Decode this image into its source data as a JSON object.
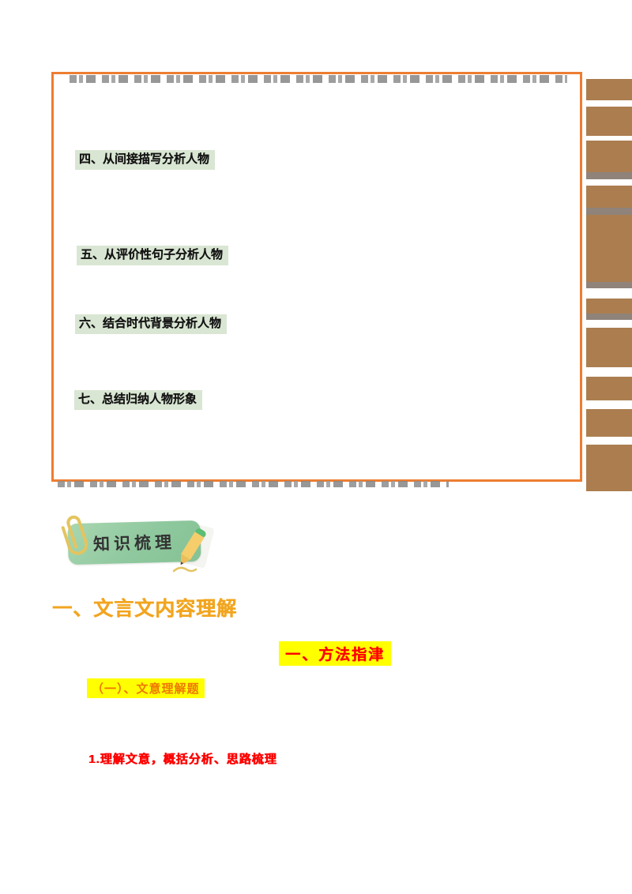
{
  "box": {
    "border_color": "#ED7D31",
    "highlight_color": "#D9E6D3",
    "headings": [
      "四、从间接描写分析人物",
      "五、从评价性句子分析人物",
      "六、结合时代背景分析人物",
      "七、总结归纳人物形象"
    ]
  },
  "page_edge": {
    "color": "#AB7D4F",
    "accent_color": "#8F837A"
  },
  "badge": {
    "label": "知识梳理",
    "bg_color": "#8FC89E",
    "icons": [
      "paperclip-icon",
      "pencil-icon"
    ]
  },
  "section_title": {
    "text": "一、文言文内容理解",
    "color": "#F2A51F"
  },
  "method_banner": {
    "text": "一、方法指津",
    "text_color": "#FF0000",
    "highlight_color": "#FFFF00"
  },
  "sub_heading": {
    "text": "（一）、文意理解题",
    "text_color": "#EE7700",
    "highlight_color": "#FFFF00"
  },
  "note_line": {
    "text": "1.理解文意，概括分析、思路梳理",
    "color": "#FF0000"
  }
}
